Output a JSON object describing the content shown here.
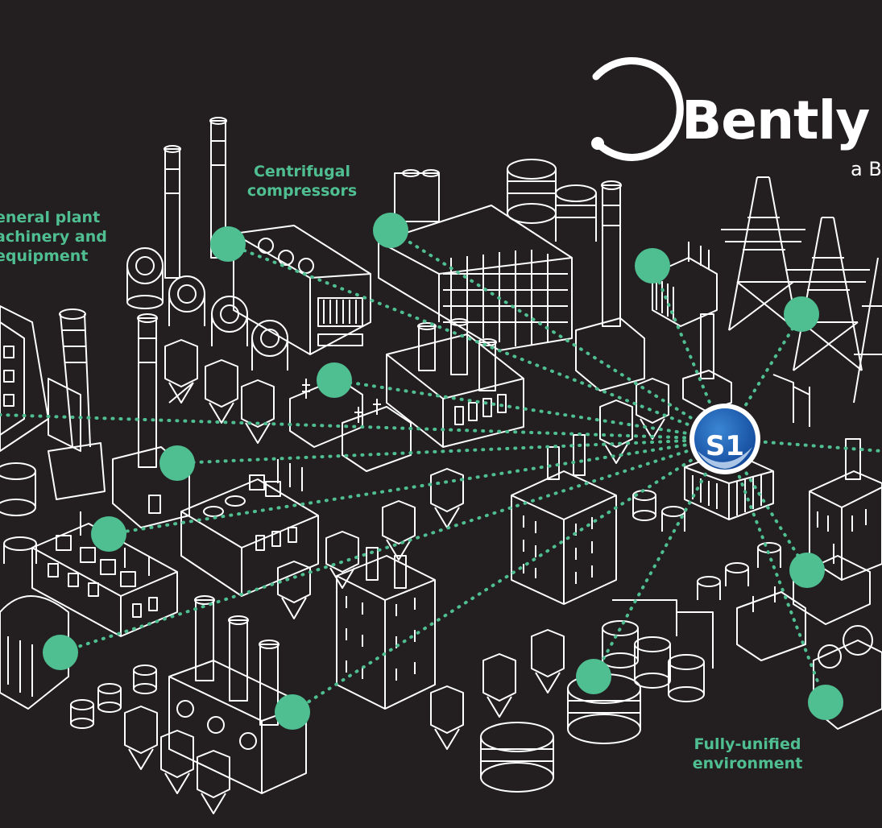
{
  "labels": {
    "general": [
      "eneral plant",
      "achinery and",
      "equipment"
    ],
    "centrifugal": [
      "Centrifugal",
      "compressors"
    ],
    "unified": [
      "Fully-unified",
      "environment"
    ]
  },
  "brand": {
    "name": "Bently N",
    "subtitle": "a B"
  },
  "hub": {
    "label": "S1"
  },
  "colors": {
    "background": "#231f20",
    "accent": "#4fbf92",
    "line_art": "#ffffff",
    "hub_blue": "#1d5fb0"
  }
}
